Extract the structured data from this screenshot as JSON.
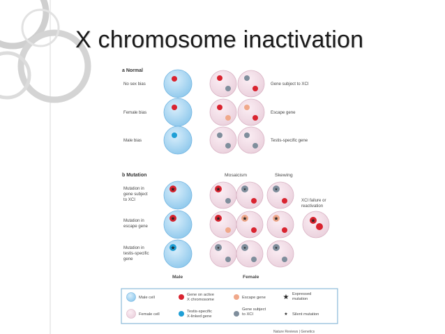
{
  "slide": {
    "title": "X chromosome inactivation"
  },
  "figure": {
    "section_a": "a  Normal",
    "section_b": "b  Mutation",
    "normal_rows": [
      {
        "label": "No sex bias",
        "note": "Gene subject to XCI"
      },
      {
        "label": "Female bias",
        "note": "Escape gene"
      },
      {
        "label": "Male bias",
        "note": "Testis-specific gene"
      }
    ],
    "mutation_rows": [
      {
        "label": "Mutation in gene subject to XCI"
      },
      {
        "label": "Mutation in escape gene"
      },
      {
        "label": "Mutation in testis-specific gene"
      }
    ],
    "headers": {
      "mosaicism": "Mosaicism",
      "skewing": "Skewing",
      "xci_failure": "XCI failure or reactivation",
      "male": "Male",
      "female": "Female"
    },
    "legend": {
      "male_cell": "Male cell",
      "female_cell": "Female cell",
      "active_gene": "Gene on active X chromosome",
      "testis_gene": "Testis-specific X-linked gene",
      "escape_gene": "Escape gene",
      "xci_gene": "Gene subject to XCI",
      "expressed_mutation": "Expressed mutation",
      "silent_mutation": "Silent mutation"
    },
    "credit": "Nature Reviews | Genetics",
    "colors": {
      "male_cell": "#a9d6f2",
      "female_cell": "#f3dbe6",
      "active_gene": "#d9232f",
      "escape_gene": "#f0a88a",
      "xci_gene": "#7f8e9c",
      "testis_gene": "#1f9fd6"
    }
  }
}
